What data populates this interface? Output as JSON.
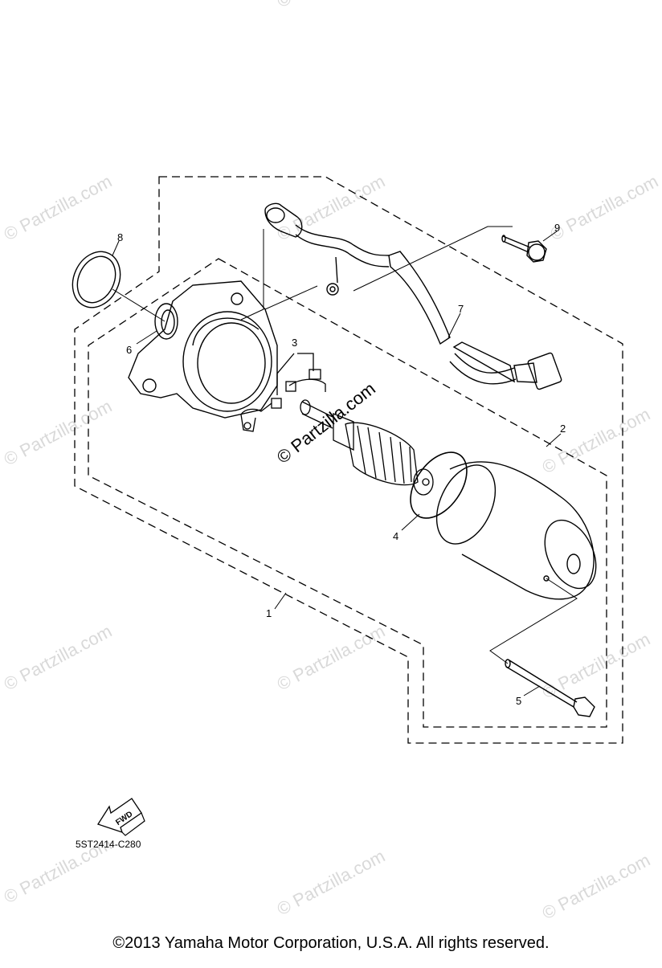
{
  "diagram": {
    "callouts": [
      "1",
      "2",
      "3",
      "4",
      "5",
      "6",
      "7",
      "8",
      "9"
    ],
    "watermark": "© Partzilla.com",
    "direction_badge": "FWD",
    "diagram_code": "5ST2414-C280"
  },
  "footer": {
    "copyright": "©2013  Yamaha Motor Corporation, U.S.A. All rights reserved."
  }
}
